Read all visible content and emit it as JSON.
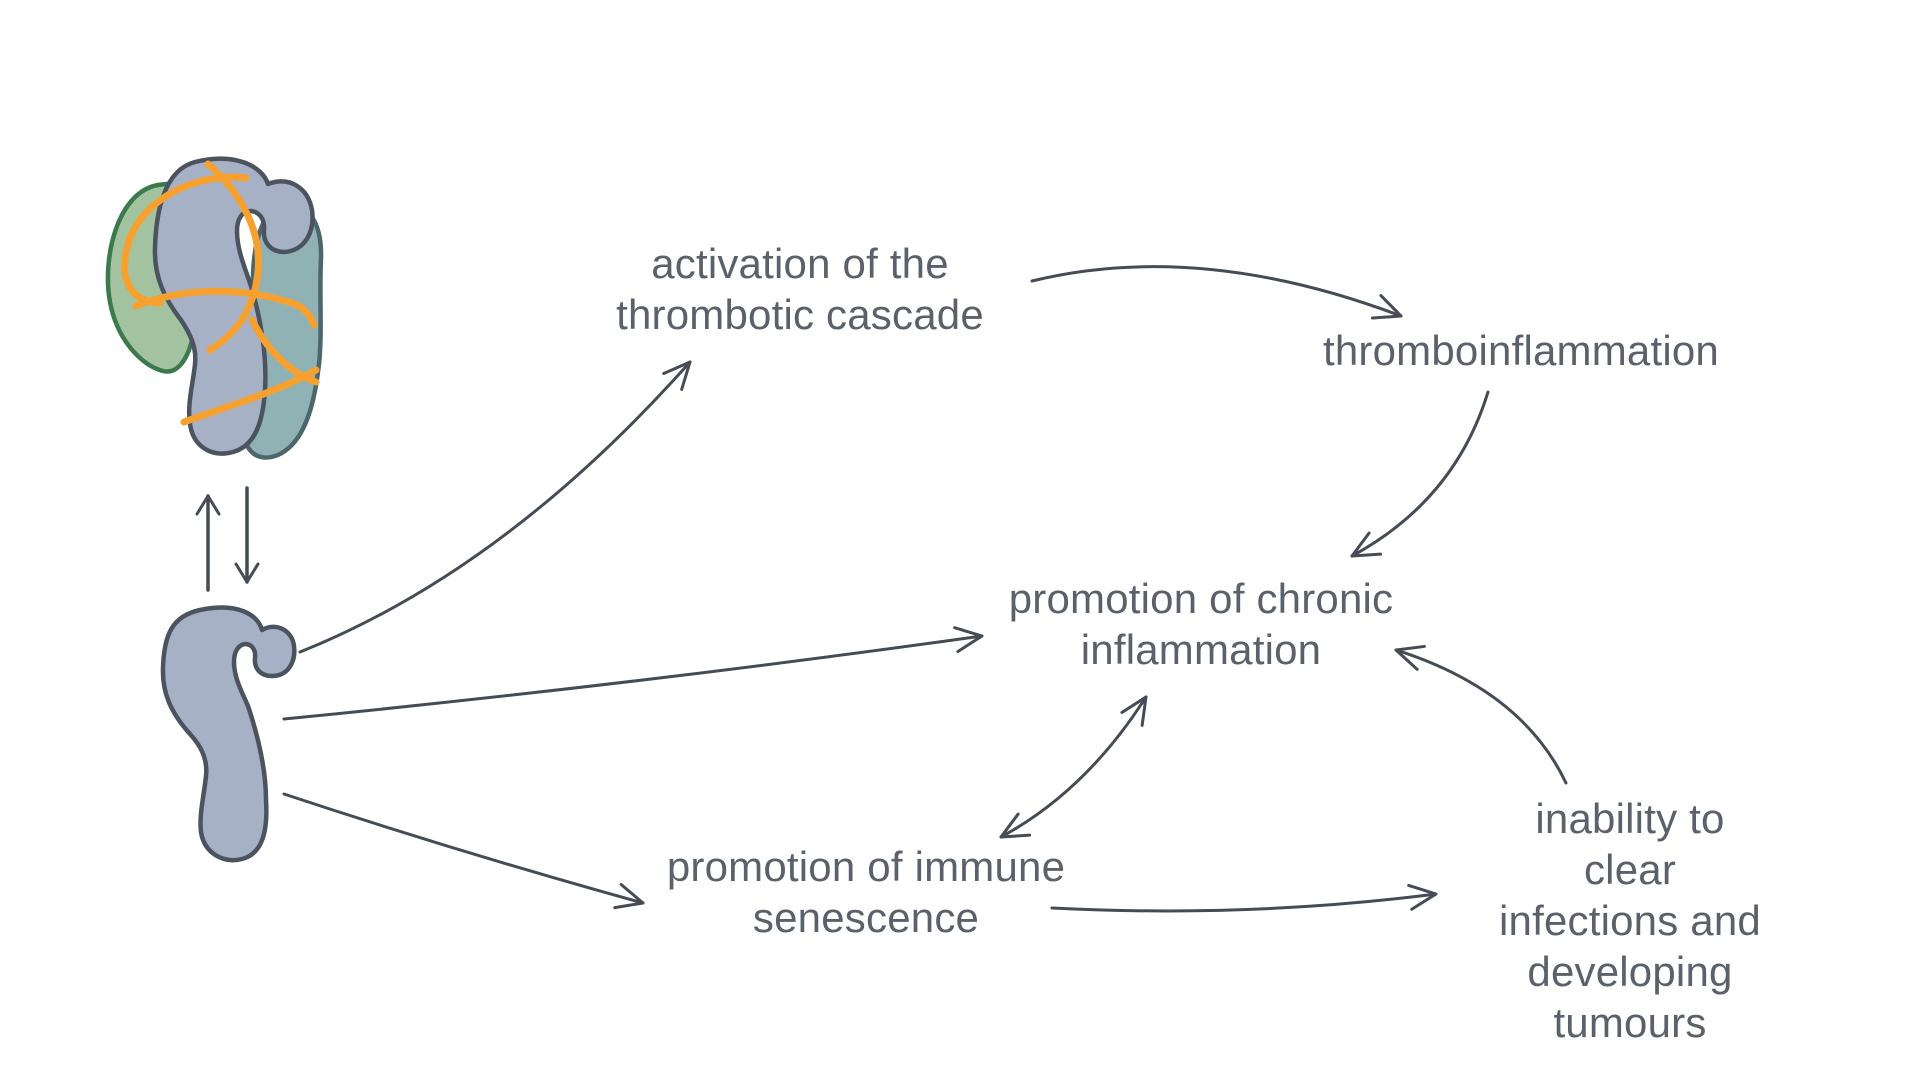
{
  "diagram": {
    "background": "#ffffff",
    "nodes": {
      "activation": {
        "id": "activation-of-thrombotic-cascade",
        "text": "activation of the\nthrombotic cascade"
      },
      "thromboinflammation": {
        "id": "thromboinflammation",
        "text": "thromboinflammation"
      },
      "chronic": {
        "id": "promotion-of-chronic-inflammation",
        "text": "promotion of chronic\ninflammation"
      },
      "senescence": {
        "id": "promotion-of-immune-senescence",
        "text": "promotion of immune\nsenescence"
      },
      "inability": {
        "id": "inability-to-clear-infections",
        "text": "inability to clear\ninfections and\ndeveloping tumours"
      }
    },
    "edges": [
      {
        "from": "cell-cluster",
        "to": "single-cell",
        "bidirectional": true
      },
      {
        "from": "single-cell",
        "to": "activation-of-thrombotic-cascade"
      },
      {
        "from": "activation-of-thrombotic-cascade",
        "to": "thromboinflammation"
      },
      {
        "from": "thromboinflammation",
        "to": "promotion-of-chronic-inflammation"
      },
      {
        "from": "single-cell",
        "to": "promotion-of-chronic-inflammation"
      },
      {
        "from": "single-cell",
        "to": "promotion-of-immune-senescence"
      },
      {
        "from": "promotion-of-immune-senescence",
        "to": "promotion-of-chronic-inflammation",
        "bidirectional": true
      },
      {
        "from": "promotion-of-immune-senescence",
        "to": "inability-to-clear-infections"
      },
      {
        "from": "inability-to-clear-infections",
        "to": "promotion-of-chronic-inflammation"
      }
    ],
    "illustrations": {
      "cluster": "activated-cell-cluster-with-net-strands",
      "single_cell": "single-immune-cell",
      "exchange": "bidirectional-exchange-arrows"
    },
    "colors": {
      "text": "#5b616a",
      "arrow": "#454c55",
      "cell_fill": "#a7b1c5",
      "cell_outline": "#4b545e",
      "green_cell_fill": "#a3c3a0",
      "green_cell_outline": "#3b7a4d",
      "teal_cell_fill": "#90b2b5",
      "teal_cell_outline": "#4d666b",
      "net_strand_orange": "#f6a12f"
    }
  }
}
